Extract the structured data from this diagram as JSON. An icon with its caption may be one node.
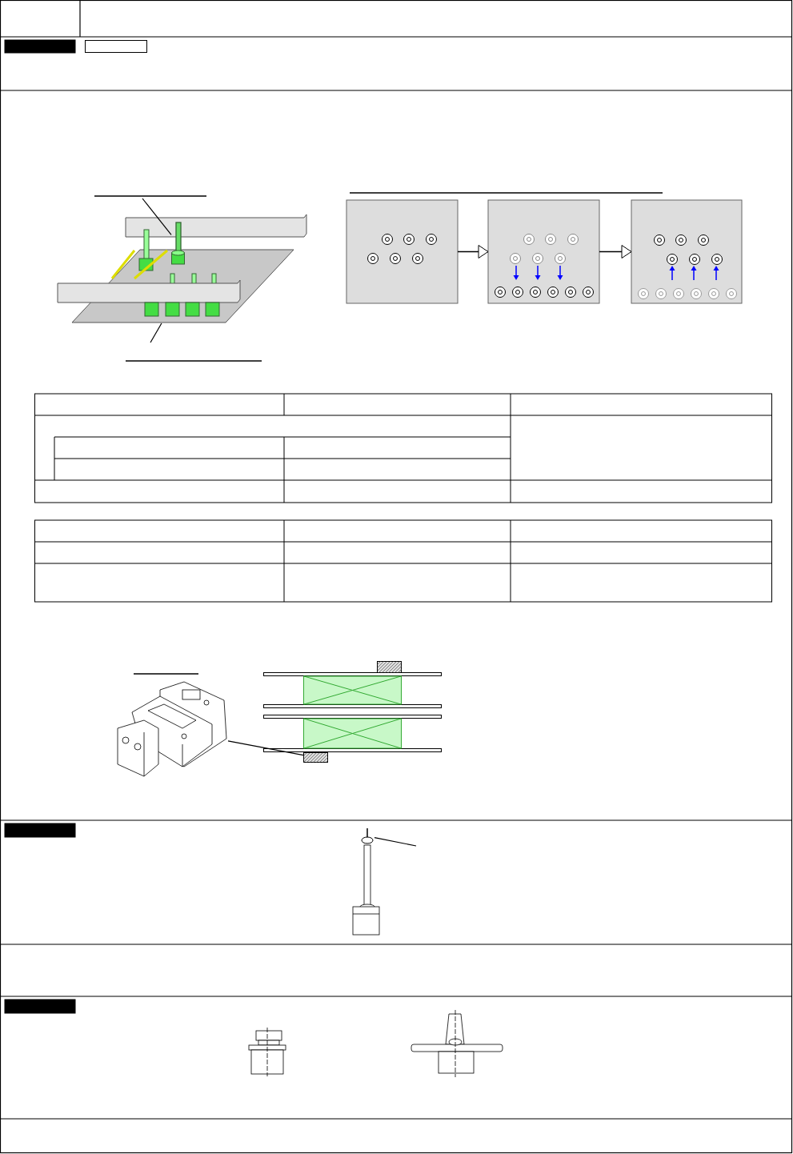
{
  "diagram": {
    "nodes": [
      {
        "text": [],
        "shape": "box"
      },
      {
        "text": [],
        "shape": "box"
      },
      {
        "text": [],
        "shape": "picture"
      },
      {
        "text": [],
        "shape": "picture"
      },
      {
        "text": [],
        "shape": "box"
      },
      {
        "text": [],
        "shape": "box"
      },
      {
        "text": [],
        "shape": "box"
      },
      {
        "text": [],
        "shape": "picture"
      },
      {
        "text": [],
        "shape": "picture"
      },
      {
        "text": [],
        "shape": "box"
      },
      {
        "text": [],
        "shape": "picture"
      },
      {
        "text": [],
        "shape": "box"
      }
    ],
    "edges": [
      {
        "from": null,
        "to": 2,
        "arrow": "none"
      },
      {
        "from": null,
        "to": 3,
        "arrow": "none"
      },
      {
        "from": 4,
        "to": 5,
        "arrow": "to"
      },
      {
        "from": 5,
        "to": 6,
        "arrow": "to"
      },
      {
        "from": 7,
        "to": 8,
        "arrow": "none"
      },
      {
        "from": null,
        "to": 10,
        "arrow": "none"
      }
    ]
  }
}
